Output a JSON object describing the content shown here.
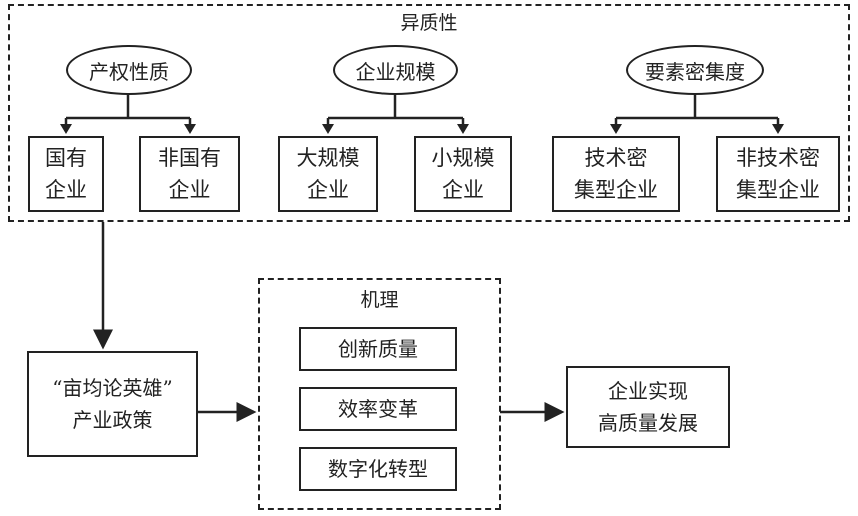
{
  "heterogeneity": {
    "title": "异质性",
    "groups": [
      {
        "label": "产权性质",
        "items": [
          [
            "国有",
            "企业"
          ],
          [
            "非国有",
            "企业"
          ]
        ]
      },
      {
        "label": "企业规模",
        "items": [
          [
            "大规模",
            "企业"
          ],
          [
            "小规模",
            "企业"
          ]
        ]
      },
      {
        "label": "要素密集度",
        "items": [
          [
            "技术密",
            "集型企业"
          ],
          [
            "非技术密",
            "集型企业"
          ]
        ]
      }
    ]
  },
  "policy": {
    "line1": "“亩均论英雄”",
    "line2": "产业政策"
  },
  "mechanism": {
    "title": "机理",
    "items": [
      "创新质量",
      "效率变革",
      "数字化转型"
    ]
  },
  "outcome": {
    "line1": "企业实现",
    "line2": "高质量发展"
  }
}
